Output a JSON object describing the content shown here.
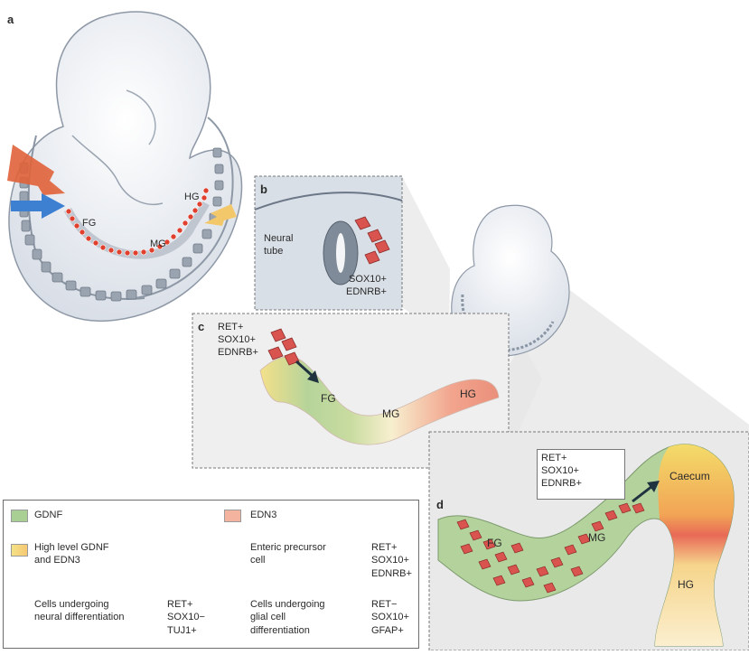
{
  "panels": {
    "a": "a",
    "b": "b",
    "c": "c",
    "d": "d"
  },
  "panel_a": {
    "fg": "FG",
    "mg": "MG",
    "hg": "HG"
  },
  "panel_b": {
    "neural_tube": "Neural\ntube",
    "markers": "SOX10+\nEDNRB+"
  },
  "panel_c": {
    "markers": "RET+\nSOX10+\nEDNRB+",
    "fg": "FG",
    "mg": "MG",
    "hg": "HG"
  },
  "panel_d": {
    "markers": "RET+\nSOX10+\nEDNRB+",
    "caecum": "Caecum",
    "fg": "FG",
    "mg": "MG",
    "hg": "HG"
  },
  "legend": {
    "gdnf": "GDNF",
    "edn3": "EDN3",
    "high_level": "High level GDNF\nand EDN3",
    "enteric": "Enteric precursor\ncell",
    "enteric_markers": "RET+\nSOX10+\nEDNRB+",
    "neural": "Cells undergoing\nneural differentiation",
    "neural_markers": "RET+\nSOX10−\nTUJ1+",
    "glial": "Cells undergoing\nglial cell\ndifferentiation",
    "glial_markers": "RET−\nSOX10+\nGFAP+"
  },
  "colors": {
    "gdnf": "#a9cf95",
    "edn3": "#f3b39e",
    "high": "#f4e287",
    "cell": "#d9534f",
    "blue_arrow": "#3d7fd1",
    "red_arrow": "#e0623a"
  }
}
